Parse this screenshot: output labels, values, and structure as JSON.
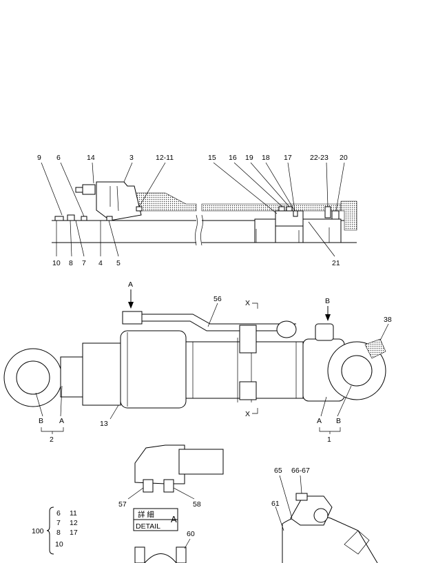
{
  "top_section": {
    "callouts_top": [
      "9",
      "6",
      "14",
      "3",
      "12-11",
      "15",
      "16",
      "19",
      "18",
      "17",
      "22-23",
      "20"
    ],
    "callouts_bottom": [
      "10",
      "8",
      "7",
      "4",
      "5",
      "21"
    ]
  },
  "main_section": {
    "callouts": [
      "56",
      "13",
      "38"
    ],
    "view_marks": {
      "a": "A",
      "b": "B",
      "x": "X"
    },
    "rod_end": {
      "b": "B",
      "a": "A",
      "number": "2"
    },
    "bottom_end": {
      "a": "A",
      "b": "B",
      "number": "1"
    }
  },
  "detail_a": {
    "callouts": [
      "57",
      "58"
    ],
    "label_jp": "詳 細",
    "label_en": "DETAIL",
    "letter": "A"
  },
  "bracket_group": {
    "number": "100",
    "items": [
      "6",
      "11",
      "7",
      "12",
      "8",
      "17",
      "10"
    ]
  },
  "lower_right": {
    "callouts": [
      "65",
      "66-67",
      "61",
      "60"
    ]
  }
}
